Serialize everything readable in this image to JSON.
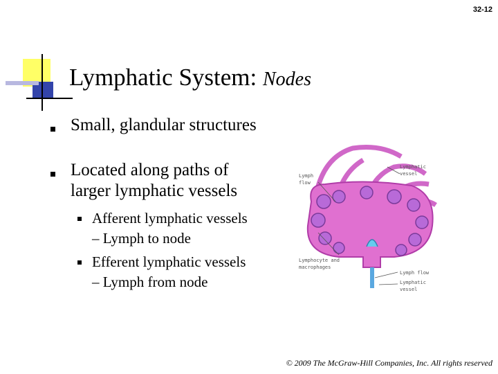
{
  "slide_number": "32-12",
  "title": {
    "main": "Lymphatic System:",
    "italic": "Nodes"
  },
  "bullets": [
    {
      "text": "Small, glandular structures"
    },
    {
      "line1": "Located along paths of",
      "line2": "larger lymphatic vessels"
    }
  ],
  "sub_bullets": [
    {
      "line1": "Afferent lymphatic vessels",
      "line2": "– Lymph to node"
    },
    {
      "line1": "Efferent lymphatic vessels",
      "line2": "– Lymph from node"
    }
  ],
  "figure_labels": {
    "lymph_flow_left": [
      "Lymph",
      "flow"
    ],
    "lymphatic_vessel_top": [
      "Lymphatic",
      "vessel"
    ],
    "lymphocyte": [
      "Lymphocyte and",
      "macrophages"
    ],
    "lymph_flow_bottom": "Lymph flow",
    "lymphatic_vessel_bottom": [
      "Lymphatic",
      "vessel"
    ]
  },
  "copyright": "© 2009 The McGraw-Hill Companies, Inc. All rights reserved",
  "colors": {
    "node_fill": "#e070d0",
    "node_dark": "#b03ca8",
    "accent_yellow": "#ffff66",
    "accent_blue": "#3344aa"
  }
}
